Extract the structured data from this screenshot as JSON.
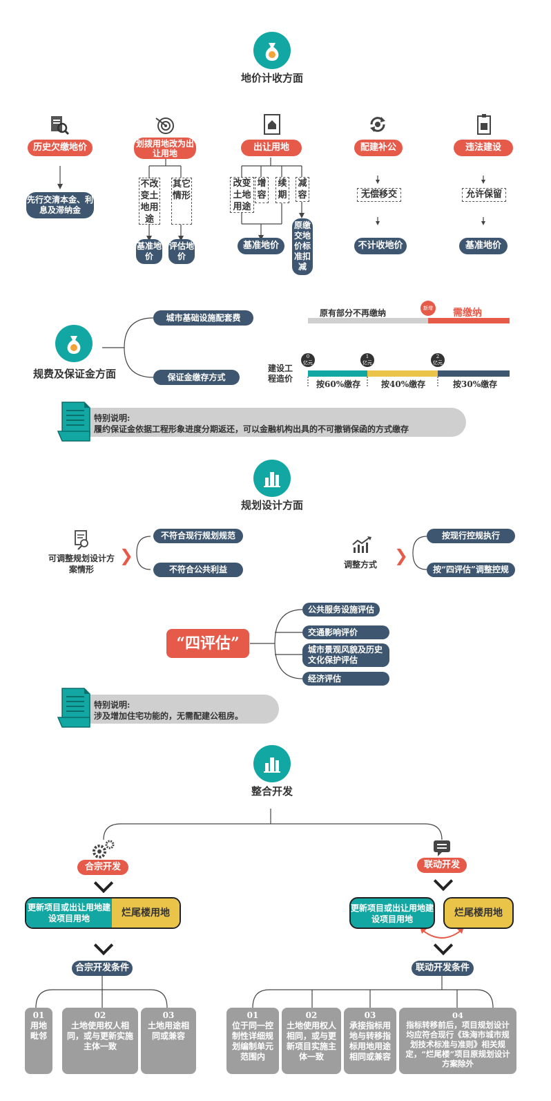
{
  "s1": {
    "title": "地价计收方面",
    "cols": [
      {
        "head": "历史欠缴地价",
        "result": "先行交清本金、利息及滞纳金"
      },
      {
        "head": "划拨用地改为出让用地",
        "opt1": "不改变土地用途",
        "opt2": "其它情形",
        "res1": "基准地价",
        "res2": "评估地价"
      },
      {
        "head": "出让用地",
        "opts": [
          "改变土地用途",
          "增容",
          "续期",
          "减容"
        ],
        "res1": "基准地价",
        "res2": "原缴交地价标准扣减"
      },
      {
        "head": "配建补公",
        "mid": "无偿移交",
        "result": "不计收地价"
      },
      {
        "head": "违法建设",
        "mid": "允许保留",
        "result": "基准地价"
      }
    ]
  },
  "s2": {
    "title": "规费及保证金方面",
    "branch1": "城市基础设施配套费",
    "branch2": "保证金缴存方式",
    "bar1_left": "原有部分不再缴纳",
    "bar1_badge": "新增",
    "bar1_right": "需缴纳",
    "cost_label": "建设工程造价",
    "markers": [
      {
        "n": "0",
        "u": "亿元"
      },
      {
        "n": "1",
        "u": "亿元"
      },
      {
        "n": "2",
        "u": "亿元"
      }
    ],
    "seg": [
      "按60%缴存",
      "按40%缴存",
      "按30%缴存"
    ],
    "note_title": "特别说明:",
    "note_text": "履约保证金依据工程形象进度分期返还，可以金融机构出具的不可撤销保函的方式缴存"
  },
  "s3": {
    "title": "规划设计方面",
    "left_label": "可调整规划设计方案情形",
    "left_items": [
      "不符合现行规划规范",
      "不符合公共利益"
    ],
    "right_label": "调整方式",
    "right_items": [
      "按现行控规执行",
      "按“四评估”调整控规"
    ],
    "four": "“四评估”",
    "four_items": [
      "公共服务设施评估",
      "交通影响评价",
      "城市景观风貌及历史文化保护评估",
      "经济评估"
    ],
    "note_title": "特别说明:",
    "note_text": "涉及增加住宅功能的，无需配建公租房。"
  },
  "s4": {
    "title": "整合开发",
    "left_tag": "合宗开发",
    "right_tag": "联动开发",
    "box_a": "更新项目或出让用地建设项目用地",
    "box_b": "烂尾楼用地",
    "left_cond": "合宗开发条件",
    "right_cond": "联动开发条件",
    "left_cards": [
      {
        "num": "01",
        "text": "用地毗邻"
      },
      {
        "num": "02",
        "text": "土地使用权人相同，或与更新实施主体一致"
      },
      {
        "num": "03",
        "text": "土地用途相同或兼容"
      }
    ],
    "right_cards": [
      {
        "num": "01",
        "text": "位于同一控制性详细规划编制单元范围内"
      },
      {
        "num": "02",
        "text": "土地使用权人相同，或与更新项目实施主体一致"
      },
      {
        "num": "03",
        "text": "承接指标用地与转移指标用地用途相同或兼容"
      },
      {
        "num": "04",
        "text": "指标转移前后，项目规划设计均应符合现行《珠海市城市规划技术标准与准则》相关规定，“烂尾楼”项目原规划设计方案除外"
      }
    ]
  },
  "colors": {
    "teal": "#12a7a2",
    "red": "#e65a4a",
    "navy": "#3e5670",
    "gold": "#eac349",
    "grey": "#9e9e9e"
  }
}
